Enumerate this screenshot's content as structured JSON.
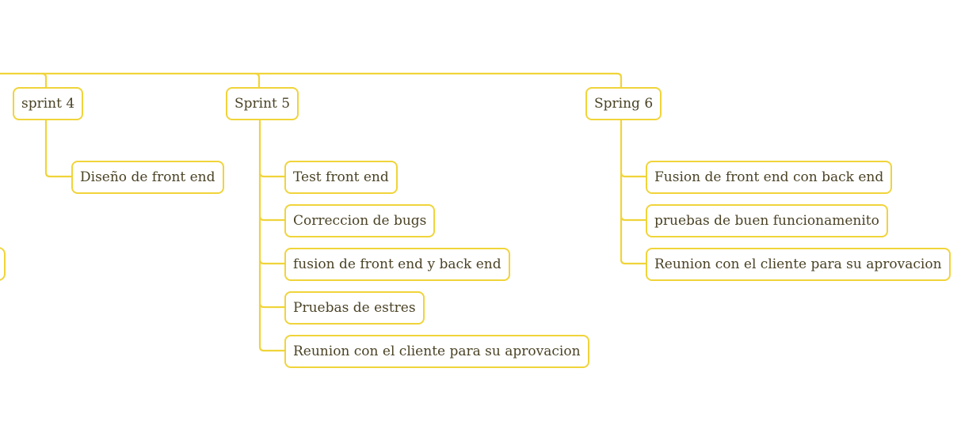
{
  "colors": {
    "line": "#f0d43a",
    "text": "#4a4225",
    "background": "#ffffff"
  },
  "sprints": [
    {
      "label": "sprint 4",
      "tasks": [
        "Diseño de front end"
      ]
    },
    {
      "label": "Sprint 5",
      "tasks": [
        "Test front end",
        "Correccion de bugs",
        "fusion de front end y back end",
        "Pruebas de estres",
        "Reunion con el cliente para su aprovacion"
      ]
    },
    {
      "label": "Spring 6",
      "tasks": [
        "Fusion de front end con back end",
        "pruebas de buen funcionamenito",
        "Reunion con el cliente para su aprovacion"
      ]
    }
  ]
}
